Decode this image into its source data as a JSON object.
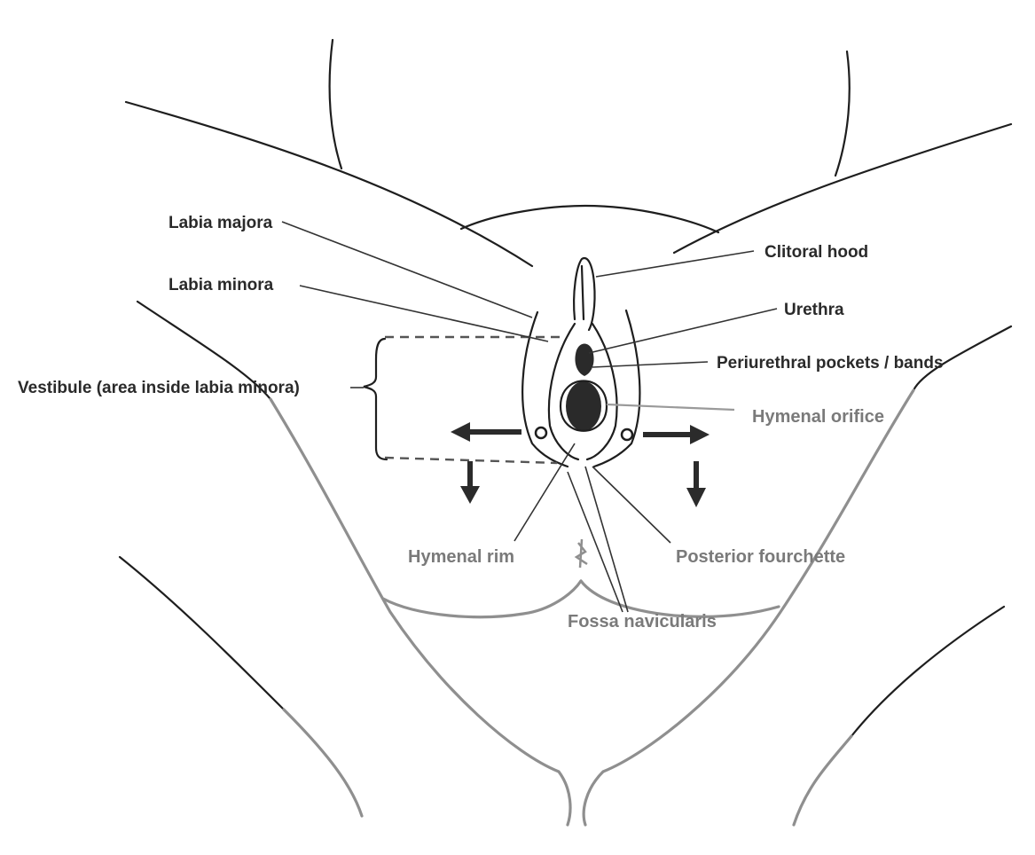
{
  "labels": {
    "labia_majora": "Labia majora",
    "labia_minora": "Labia minora",
    "vestibule": "Vestibule (area inside labia minora)",
    "clitoral_hood": "Clitoral hood",
    "urethra": "Urethra",
    "periurethral": "Periurethral pockets / bands",
    "hymenal_orifice": "Hymenal orifice",
    "hymenal_rim": "Hymenal rim",
    "posterior_fourchette": "Posterior fourchette",
    "fossa_navicularis": "Fossa navicularis"
  },
  "colors": {
    "ink": "#1e1e1e",
    "faint_ink": "#8f8f8f",
    "background": "#ffffff"
  }
}
